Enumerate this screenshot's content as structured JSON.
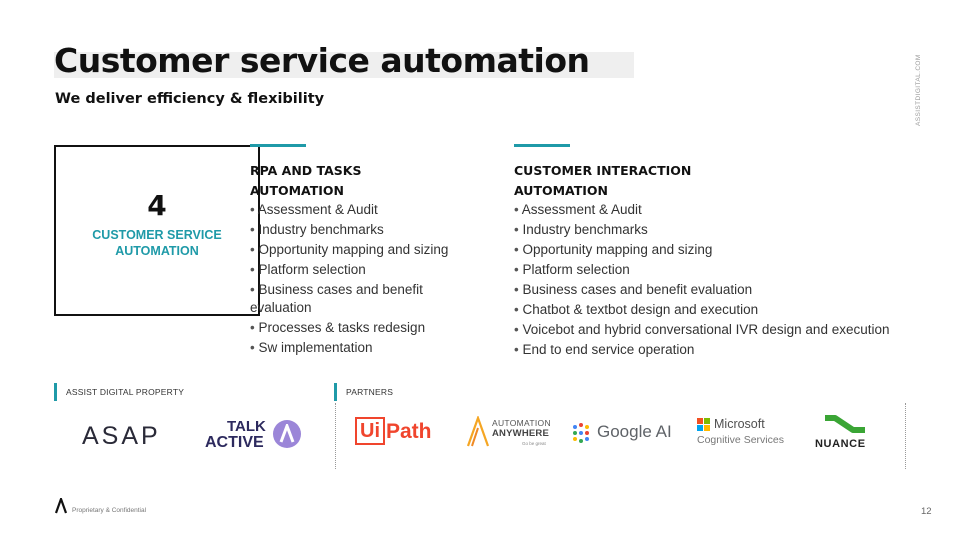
{
  "header": {
    "title": "Customer service automation",
    "subtitle": "We deliver efficiency & flexibility",
    "side_url": "ASSISTDIGITAL.COM"
  },
  "feature_box": {
    "number": "4",
    "label": "CUSTOMER SERVICE AUTOMATION"
  },
  "columns": [
    {
      "heading_line1": "RPA AND TASKS",
      "heading_line2": "AUTOMATION",
      "items": [
        "Assessment &  Audit",
        "Industry benchmarks",
        "Opportunity mapping and sizing",
        "Platform selection",
        "Business cases and benefit evaluation",
        "Processes & tasks redesign",
        "Sw implementation"
      ]
    },
    {
      "heading_line1": "CUSTOMER INTERACTION",
      "heading_line2": "AUTOMATION",
      "items": [
        "Assessment &  Audit",
        "Industry benchmarks",
        "Opportunity mapping and sizing",
        "Platform selection",
        "Business cases and benefit evaluation",
        "Chatbot & textbot design and execution",
        "Voicebot and hybrid conversational IVR design and execution",
        "End to end service operation"
      ]
    }
  ],
  "bullet": "•",
  "sections": {
    "property_label": "ASSIST DIGITAL PROPERTY",
    "partners_label": "PARTNERS"
  },
  "logos": {
    "asap": "ASAP",
    "talk_line1": "TALK",
    "talk_line2": "ACTIVE",
    "uipath_ui": "Ui",
    "uipath_path": "Path",
    "aa_line1": "AUTOMATION",
    "aa_line2": "ANYWHERE",
    "aa_tag": "Go be great",
    "google": "Google AI",
    "ms_line1": "Microsoft",
    "ms_line2": "Cognitive Services",
    "nuance": "NUANCE"
  },
  "footer": {
    "text": "Proprietary & Confidential",
    "page_number": "12"
  },
  "colors": {
    "accent": "#1f9aa8",
    "uipath": "#f0452d",
    "talk_active": "#2d2a5e",
    "nuance_green": "#3aa535"
  }
}
